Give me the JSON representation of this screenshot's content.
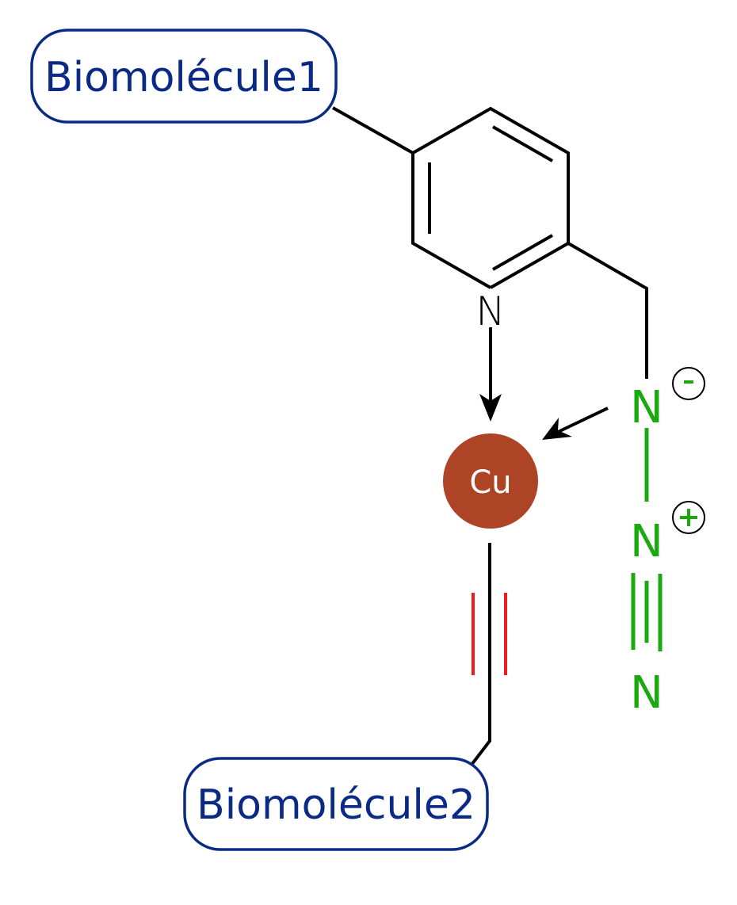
{
  "diagram": {
    "title": "",
    "biomolecule1": {
      "label": "Biomolécule1"
    },
    "biomolecule2": {
      "label": "Biomolécule2"
    },
    "pyridine": {
      "nitrogen_label": "N"
    },
    "metal": {
      "label": "Cu",
      "color": "#ae4426"
    },
    "azide": {
      "atoms": [
        "N",
        "N",
        "N"
      ],
      "charges": [
        "-",
        "+"
      ],
      "color": "#1aaa0e"
    },
    "alkyne": {
      "color": "#ee1c1c"
    },
    "colors": {
      "box_border": "#0b2a85",
      "box_text": "#0b2a85",
      "bonds": "#000000"
    }
  }
}
